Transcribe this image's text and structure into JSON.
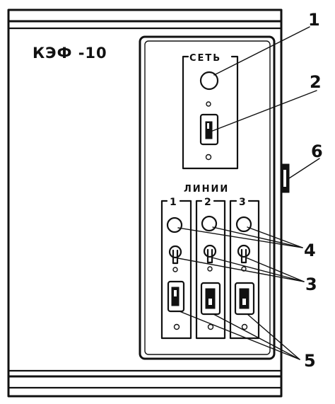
{
  "device_title": "КЭФ -10",
  "power_panel": {
    "label": "СЕТЬ"
  },
  "lines_panel": {
    "label": "ЛИНИИ",
    "slots": [
      "1",
      "2",
      "3"
    ]
  },
  "callouts": {
    "c1": "1",
    "c2": "2",
    "c3": "3",
    "c4": "4",
    "c5": "5",
    "c6": "6"
  }
}
